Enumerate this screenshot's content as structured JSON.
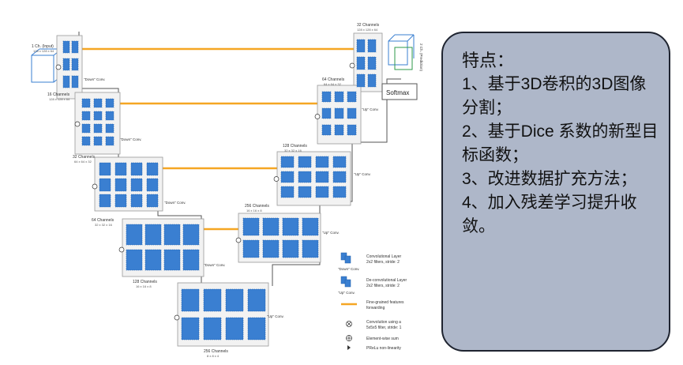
{
  "diagram": {
    "input_label": "1 Ch. (Input)",
    "input_dims": "128 x 128 x 64",
    "output_label": "2 Ch. (Prediction)",
    "softmax": "Softmax",
    "down_conv": "\"Down\" Conv.",
    "up_conv": "\"Up\" Conv.",
    "levels": [
      {
        "channels": "16 Channels",
        "dims": "128 x 128 x 64"
      },
      {
        "channels": "32 Channels",
        "dims": "64 x 64 x 32"
      },
      {
        "channels": "64 Channels",
        "dims": "32 x 32 x 16"
      },
      {
        "channels": "128 Channels",
        "dims": "16 x 16 x 8"
      },
      {
        "channels": "256 Channels",
        "dims": "8 x 8 x 4"
      }
    ],
    "right_levels": [
      {
        "channels": "32 Channels",
        "dims": "128 x 128 x 64"
      },
      {
        "channels": "64 Channels",
        "dims": "64 x 64 x 32"
      },
      {
        "channels": "128 Channels",
        "dims": "32 x 32 x 16"
      },
      {
        "channels": "256 Channels",
        "dims": "16 x 16 x 8"
      }
    ],
    "legend": [
      {
        "conv": "\"Down\" Conv.",
        "text1": "Convolutional Layer",
        "text2": "2x2 filters, stride: 2"
      },
      {
        "conv": "\"Up\" Conv.",
        "text1": "De-convolutional Layer",
        "text2": "2x2 filters, stride: 2"
      },
      {
        "text1": "Fine-grained features",
        "text2": "forwarding"
      },
      {
        "text1": "Convolution using a",
        "text2": "5x5x5 filter, stride: 1"
      },
      {
        "text1": "Element-wise sum",
        "text2": ""
      },
      {
        "text1": "PReLu non-linearity",
        "text2": ""
      }
    ],
    "colors": {
      "block": "#3a7fd1",
      "block_dark": "#1f5ea8",
      "forward": "#f5a623",
      "line": "#444444"
    }
  },
  "panel": {
    "title": "特点：",
    "items": [
      "1、基于3D卷积的3D图像分割；",
      "2、基于Dice 系数的新型目标函数；",
      "3、改进数据扩充方法；",
      "4、加入残差学习提升收敛。"
    ]
  }
}
